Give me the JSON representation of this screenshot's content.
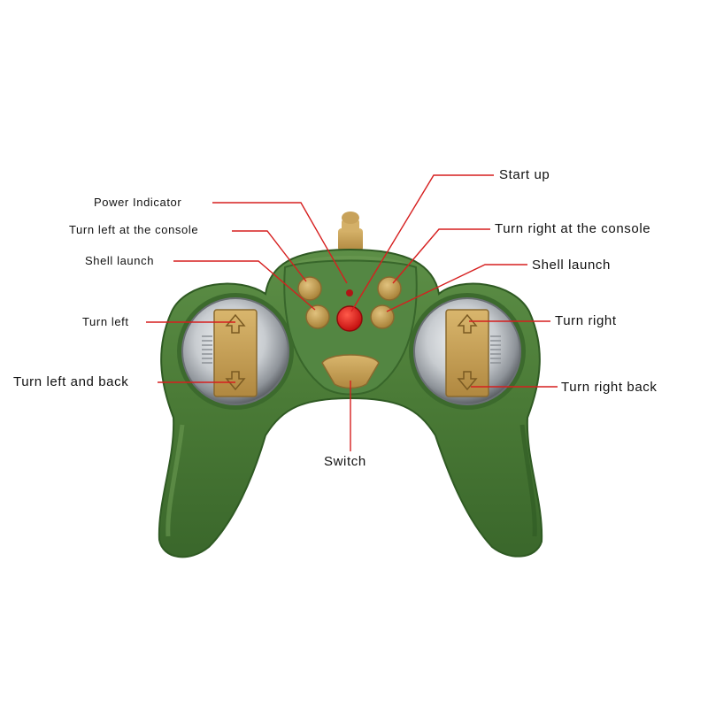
{
  "colors": {
    "body": "#4a7a36",
    "body_shadow": "#2f5a23",
    "body_light": "#6a9a52",
    "button_gold": "#c8a25a",
    "start_button": "#e11d1d",
    "leader_line": "#d61f1f",
    "power_led": "#b01515",
    "chrome": "#c9cdd1"
  },
  "labels": {
    "power_indicator": "Power Indicator",
    "turn_left_console": "Turn left at the console",
    "shell_launch_left": "Shell launch",
    "turn_left": "Turn left",
    "turn_left_back": "Turn left and back",
    "start_up": "Start up",
    "turn_right_console": "Turn right at the console",
    "shell_launch_right": "Shell launch",
    "turn_right": "Turn right",
    "turn_right_back": "Turn right back",
    "switch": "Switch"
  }
}
